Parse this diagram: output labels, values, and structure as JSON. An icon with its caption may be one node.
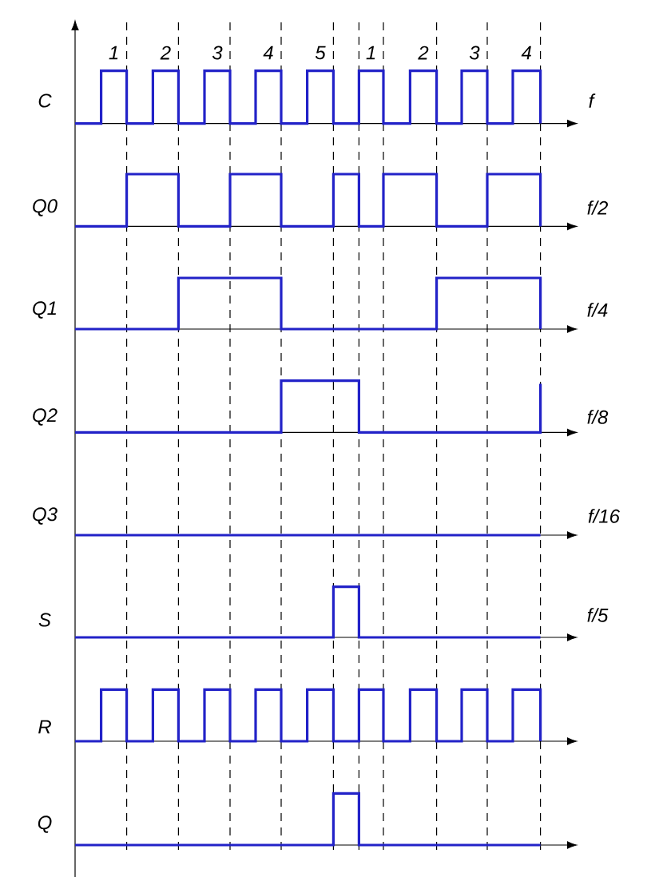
{
  "diagram": {
    "labels": [
      "1",
      "2",
      "3",
      "4",
      "5",
      "1",
      "2",
      "3",
      "4",
      "C",
      "f",
      "Q0",
      "f/2",
      "Q1",
      "f/4",
      "Q2",
      "f/8",
      "Q3",
      "f/16",
      "S",
      "f/5",
      "R",
      "Q"
    ]
  }
}
